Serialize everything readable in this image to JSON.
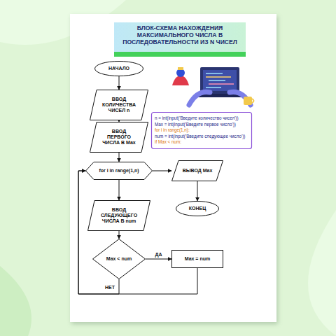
{
  "diagram": {
    "title": "БЛОК-СХЕМА НАХОЖДЕНИЯ МАКСИМАЛЬНОГО ЧИСЛА В ПОСЛЕДОВАТЕЛЬНОСТИ ИЗ N ЧИСЕЛ",
    "nodes": [
      {
        "text": [
          "НАЧАЛО"
        ]
      },
      {
        "text": [
          "ВВОД КОЛИЧЕСТВА ЧИСЕЛ n"
        ]
      },
      {
        "text": [
          "ВВОД ПЕРВОГО ЧИСЛА В Max"
        ]
      },
      {
        "text": [
          "for i in range(1,n)"
        ]
      },
      {
        "text": [
          "ВЫВОД Max"
        ]
      },
      {
        "text": [
          "КОНЕЦ"
        ]
      },
      {
        "text": [
          "ВВОД СЛЕДУЮЩЕГО ЧИСЛА В num"
        ]
      },
      {
        "text": [
          "Max < num"
        ]
      },
      {
        "text": [
          "Max = num"
        ]
      },
      {
        "text": [
          "n = int(input('Введите количество чисел'))",
          "Max = int(input('Введите первое число'))",
          "for i in range(1,n):",
          "num = int(input('Введите следующее число'))",
          "if Max < num:"
        ]
      }
    ],
    "edges": [
      {
        "from": 0,
        "to": 1,
        "arrow": "to"
      },
      {
        "from": 1,
        "to": 2,
        "arrow": "to"
      },
      {
        "from": 2,
        "to": 3,
        "arrow": "to"
      },
      {
        "from": 3,
        "to": 4,
        "arrow": "to"
      },
      {
        "from": 4,
        "to": 5,
        "arrow": "to"
      },
      {
        "from": 3,
        "to": 6,
        "arrow": "to"
      },
      {
        "from": 6,
        "to": 7,
        "arrow": "to"
      },
      {
        "from": 7,
        "to": 8,
        "label": "ДА",
        "arrow": "to"
      },
      {
        "from": 7,
        "to": 3,
        "label": "НЕТ",
        "arrow": "to"
      },
      {
        "from": 8,
        "to": 3,
        "arrow": "to"
      }
    ]
  }
}
